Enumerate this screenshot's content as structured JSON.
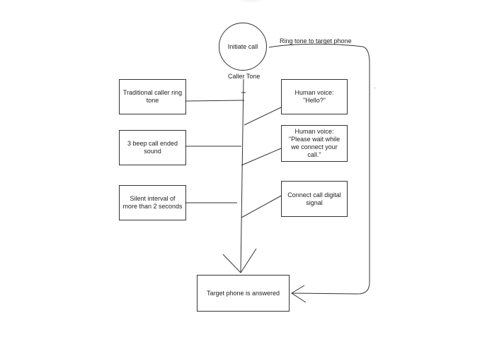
{
  "nodes": {
    "initiate": "Initiate call",
    "traditional": "Traditional caller ring tone",
    "beep": "3 beep call ended sound",
    "silent": "Silent interval of more than 2 seconds",
    "hello": "Human voice:  \"Hello?\"",
    "please_wait": "Human voice:  \"Please wait while we connect your call.\"",
    "digital": "Connect call digital signal",
    "answered": "Target phone is answered"
  },
  "labels": {
    "ring_tone": "Ring tone to target phone",
    "caller_tone": "Caller Tone"
  }
}
